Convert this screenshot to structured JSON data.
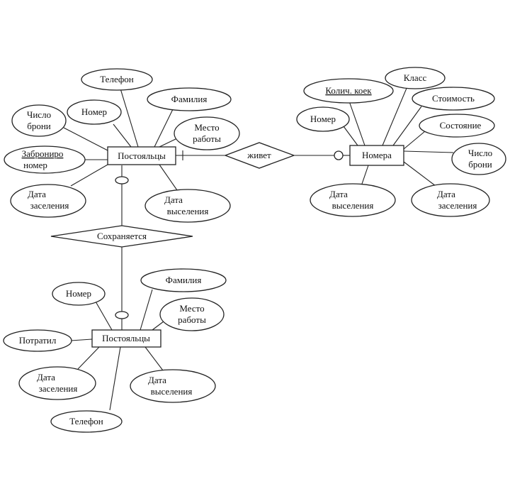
{
  "entities": {
    "guests_top": "Постояльцы",
    "rooms": "Номера",
    "guests_bottom": "Постояльцы"
  },
  "relations": {
    "lives": "живет",
    "saved": "Сохраняется"
  },
  "guests_top_attrs": {
    "phone": "Телефон",
    "surname": "Фамилия",
    "number": "Номер",
    "booking_count": [
      "Число",
      "брони"
    ],
    "workplace": [
      "Место",
      "работы"
    ],
    "booked_number": [
      "Заброниро",
      "номер"
    ],
    "checkin_date": [
      "Дата",
      "заселения"
    ],
    "checkout_date": [
      "Дата",
      "выселения"
    ]
  },
  "rooms_attrs": {
    "beds_count": "Колич. коек",
    "class": "Класс",
    "cost": "Стоимость",
    "number": "Номер",
    "state": "Состояние",
    "booking_count": [
      "Число",
      "брони"
    ],
    "checkout_date": [
      "Дата",
      "выселения"
    ],
    "checkin_date": [
      "Дата",
      "заселения"
    ]
  },
  "guests_bottom_attrs": {
    "surname": "Фамилия",
    "number": "Номер",
    "workplace": [
      "Место",
      "работы"
    ],
    "spent": "Потратил",
    "checkin_date": [
      "Дата",
      "заселения"
    ],
    "checkout_date": [
      "Дата",
      "выселения"
    ],
    "phone": "Телефон"
  }
}
